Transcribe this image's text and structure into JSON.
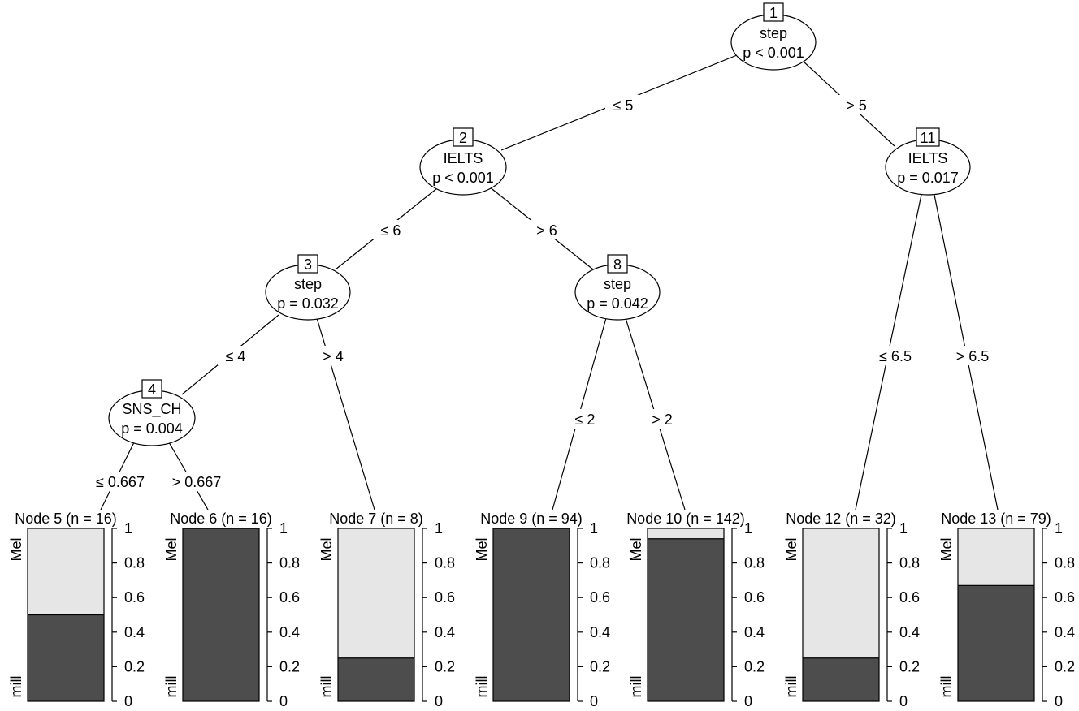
{
  "colors": {
    "mill": "#4d4d4d",
    "Mel": "#e6e6e6",
    "line": "#000000"
  },
  "inner_nodes": {
    "n1": {
      "id": "1",
      "var": "step",
      "p": "p < 0.001"
    },
    "n2": {
      "id": "2",
      "var": "IELTS",
      "p": "p < 0.001"
    },
    "n3": {
      "id": "3",
      "var": "step",
      "p": "p = 0.032"
    },
    "n4": {
      "id": "4",
      "var": "SNS_CH",
      "p": "p = 0.004"
    },
    "n8": {
      "id": "8",
      "var": "step",
      "p": "p = 0.042"
    },
    "n11": {
      "id": "11",
      "var": "IELTS",
      "p": "p = 0.017"
    }
  },
  "edge_labels": {
    "e1_2": "≤ 5",
    "e1_11": "> 5",
    "e2_3": "≤ 6",
    "e2_8": "> 6",
    "e3_4": "≤ 4",
    "e3_7": "> 4",
    "e4_5": "≤ 0.667",
    "e4_6": "> 0.667",
    "e8_9": "≤ 2",
    "e8_10": "> 2",
    "e11_12": "≤ 6.5",
    "e11_13": "> 6.5"
  },
  "axis": {
    "class_top": "Mel",
    "class_bottom": "mill",
    "ticks": [
      "1",
      "0.8",
      "0.6",
      "0.4",
      "0.2",
      "0"
    ]
  },
  "chart_data": {
    "type": "bar",
    "categories": [
      "Node 5 (n = 16)",
      "Node 6 (n = 16)",
      "Node 7 (n = 8)",
      "Node 9 (n = 94)",
      "Node 10 (n = 142)",
      "Node 12 (n = 32)",
      "Node 13 (n = 79)"
    ],
    "series": [
      {
        "name": "mill",
        "values": [
          0.5,
          1.0,
          0.25,
          1.0,
          0.94,
          0.25,
          0.67
        ]
      },
      {
        "name": "Mel",
        "values": [
          0.5,
          0.0,
          0.75,
          0.0,
          0.06,
          0.75,
          0.33
        ]
      }
    ],
    "ylim": [
      0,
      1
    ]
  }
}
